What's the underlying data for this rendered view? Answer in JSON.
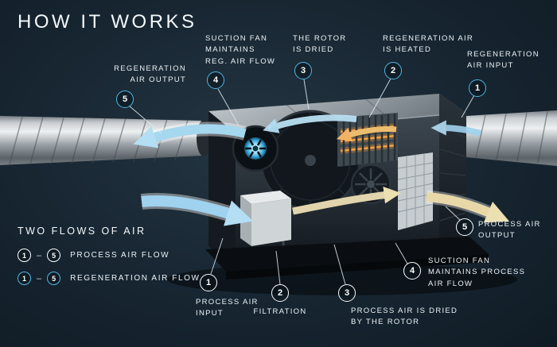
{
  "title": "HOW IT WORKS",
  "legend": {
    "heading": "TWO FLOWS OF AIR",
    "separator": "–",
    "rows": [
      {
        "from": "1",
        "to": "5",
        "label": "PROCESS AIR FLOW"
      },
      {
        "from": "1",
        "to": "5",
        "label": "REGENERATION AIR FLOW"
      }
    ]
  },
  "callouts": {
    "regeneration": [
      {
        "number": "1",
        "label": "REGENERATION\nAIR INPUT"
      },
      {
        "number": "2",
        "label": "REGENERATION AIR\nIS HEATED"
      },
      {
        "number": "3",
        "label": "THE ROTOR\nIS DRIED"
      },
      {
        "number": "4",
        "label": "SUCTION FAN\nMAINTAINS\nREG. AIR FLOW"
      },
      {
        "number": "5",
        "label": "REGENERATION\nAIR OUTPUT"
      }
    ],
    "process": [
      {
        "number": "1",
        "label": "PROCESS AIR\nINPUT"
      },
      {
        "number": "2",
        "label": "FILTRATION"
      },
      {
        "number": "3",
        "label": "PROCESS AIR IS DRIED\nBY THE ROTOR"
      },
      {
        "number": "4",
        "label": "SUCTION FAN\nMAINTAINS PROCESS\nAIR FLOW"
      },
      {
        "number": "5",
        "label": "PROCESS AIR\nOUTPUT"
      }
    ]
  },
  "colors": {
    "background": "#16232d",
    "regeneration_accent": "#4fb8e6",
    "process_accent": "#ffffff",
    "airflow_blue": "#9fd2ee",
    "heater_orange": "#f5a243",
    "dry_air_tan": "#e2d4ac"
  }
}
